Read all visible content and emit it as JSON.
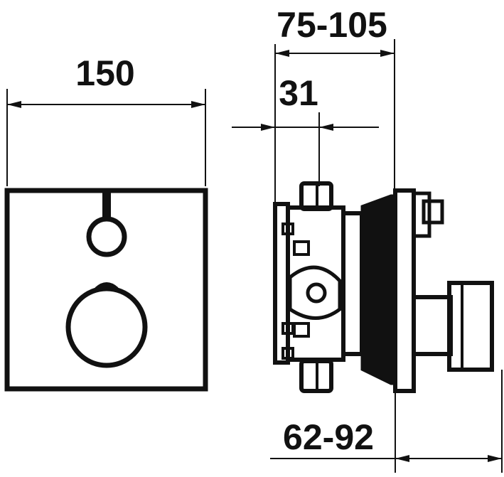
{
  "dimensions": {
    "front_width": "150",
    "depth_range": "75-105",
    "offset": "31",
    "handle_depth_range": "62-92"
  },
  "colors": {
    "ink": "#111111",
    "background": "#ffffff"
  }
}
